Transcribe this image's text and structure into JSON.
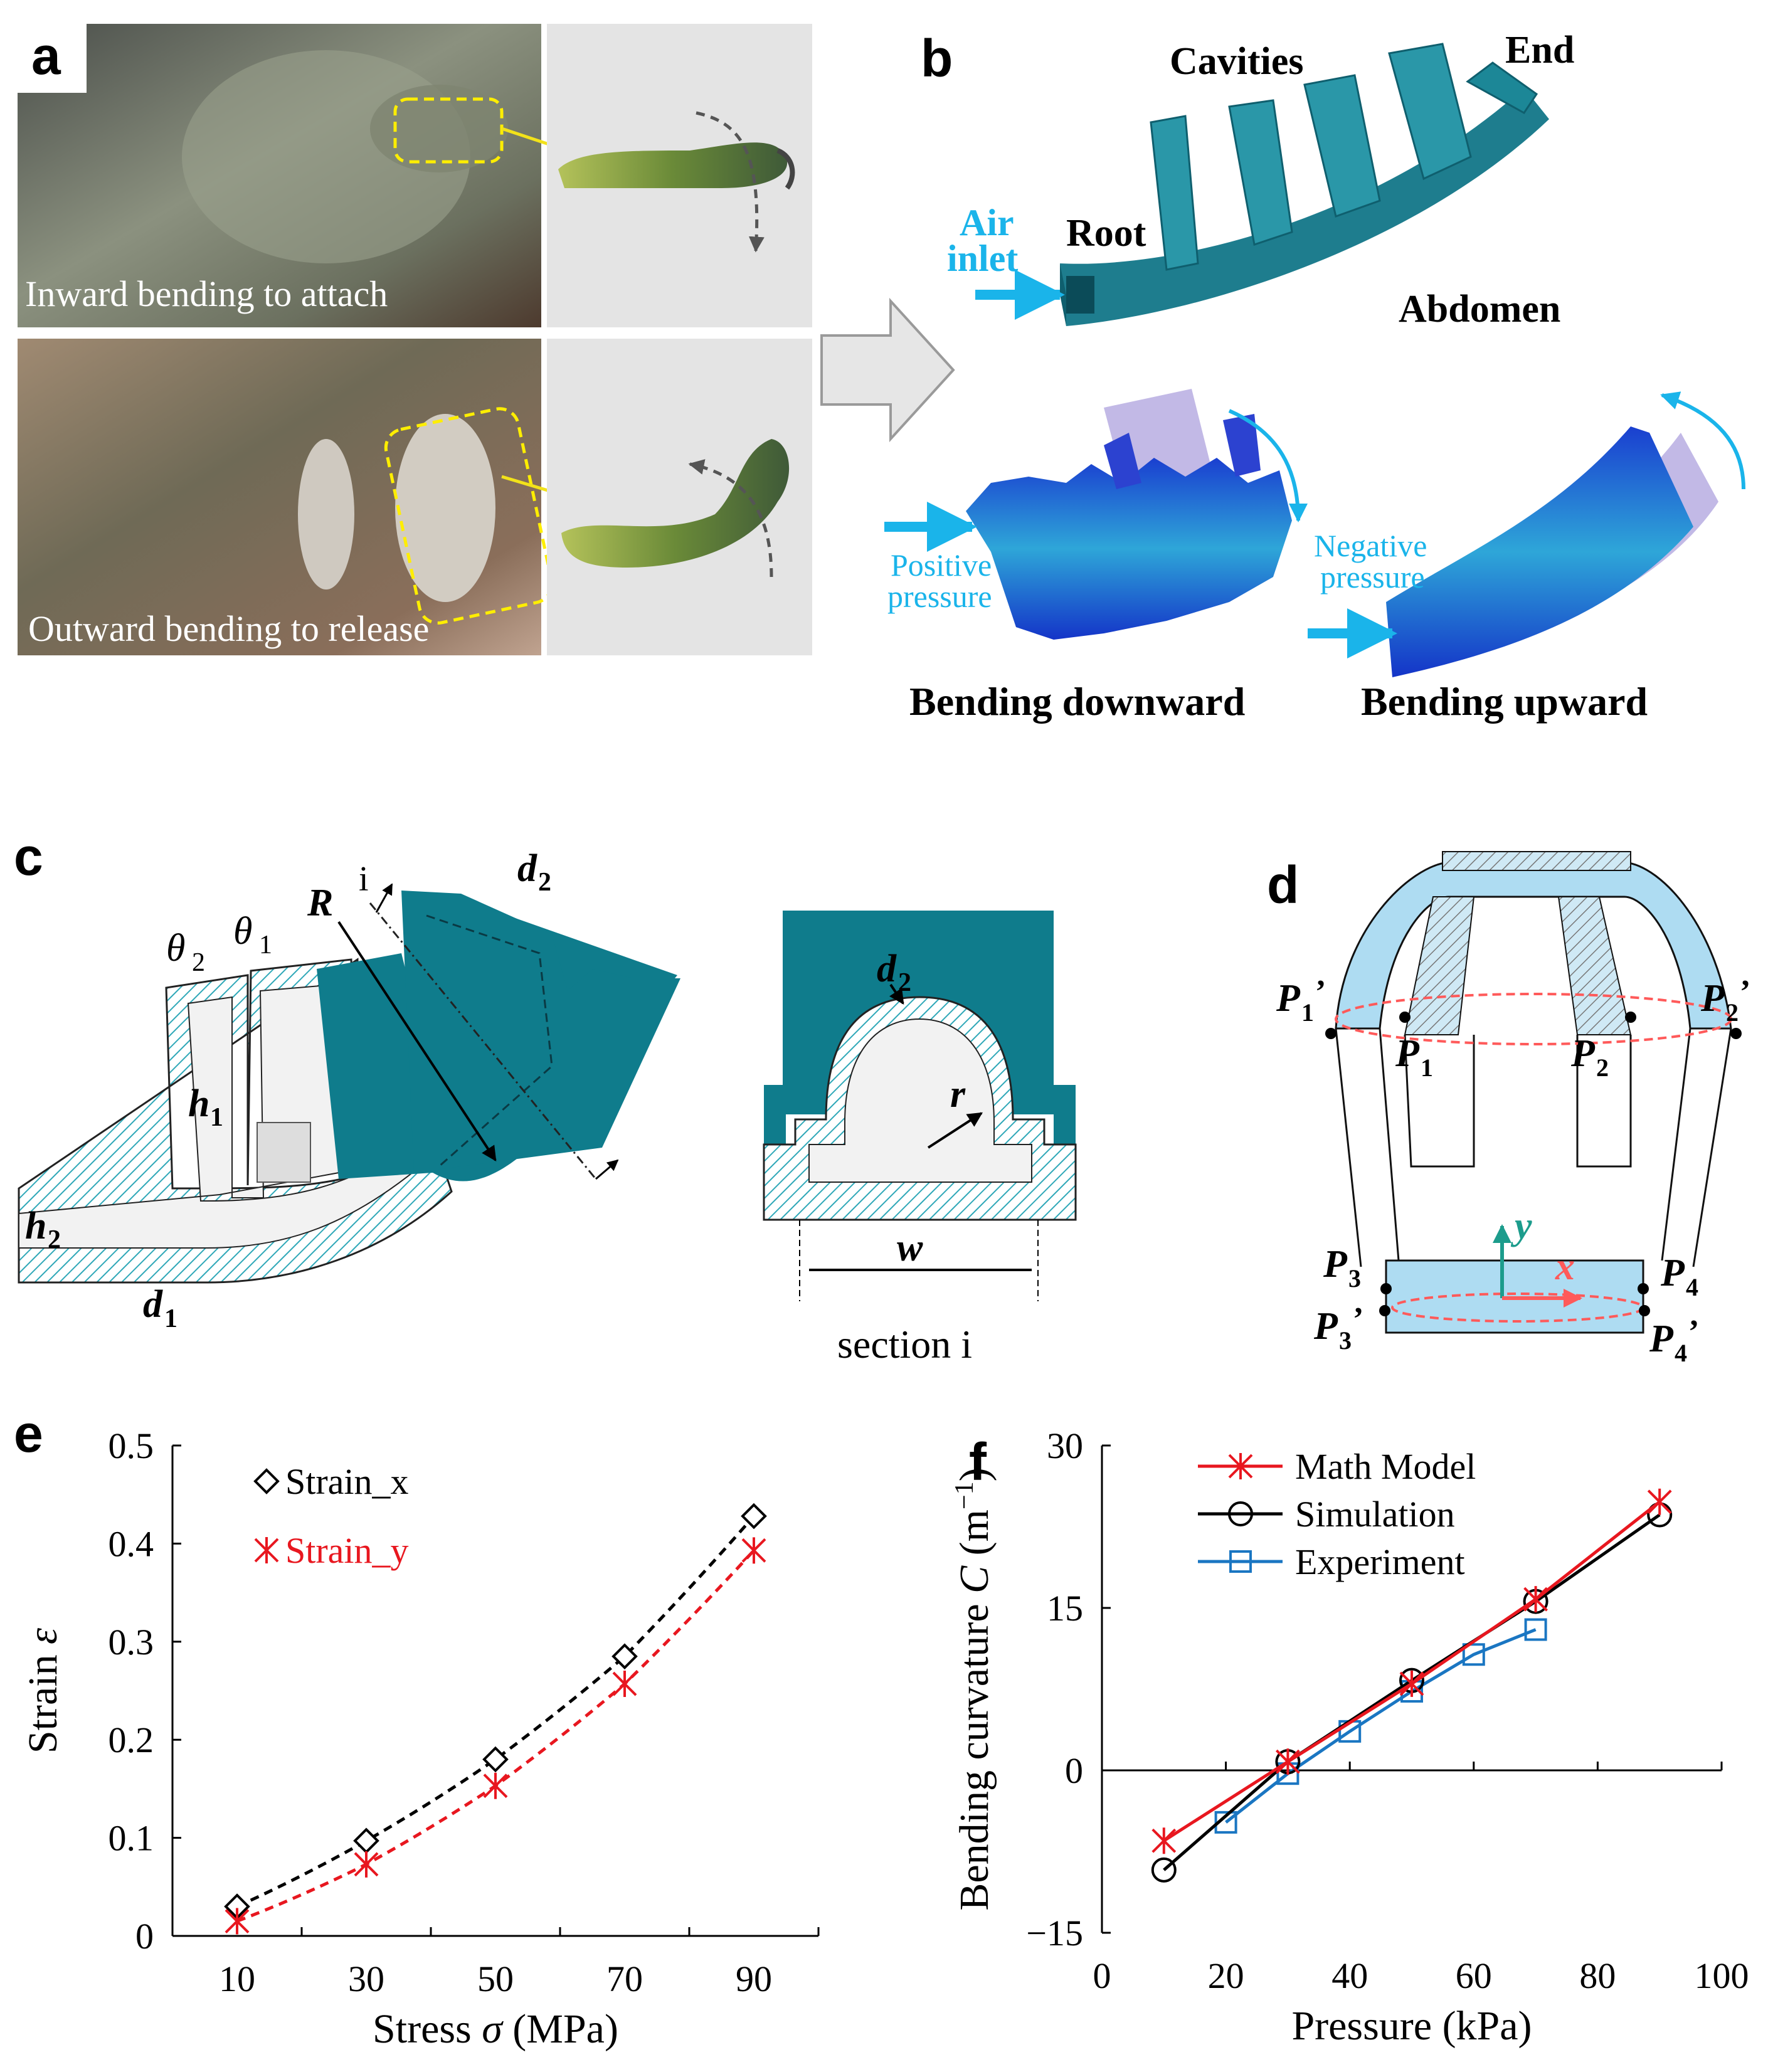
{
  "panels": {
    "a": {
      "letter": "a",
      "caption_top": "Inward bending to attach",
      "caption_bottom": "Outward bending to release"
    },
    "b": {
      "letter": "b",
      "labels": {
        "cavities": "Cavities",
        "end": "End",
        "air_inlet_1": "Air",
        "air_inlet_2": "inlet",
        "root": "Root",
        "abdomen": "Abdomen",
        "positive_1": "Positive",
        "positive_2": "pressure",
        "negative_1": "Negative",
        "negative_2": "pressure",
        "bending_down": "Bending downward",
        "bending_up": "Bending upward"
      }
    },
    "c": {
      "letter": "c",
      "symbols": {
        "theta2": "θ",
        "theta2_sub": "2",
        "theta1": "θ",
        "theta1_sub": "1",
        "R": "R",
        "i": "i",
        "d2": "d",
        "d2_sub": "2",
        "h1": "h",
        "h1_sub": "1",
        "h2": "h",
        "h2_sub": "2",
        "d1": "d",
        "d1_sub": "1",
        "r": "r",
        "w": "w",
        "section": "section i"
      }
    },
    "d": {
      "letter": "d",
      "points": {
        "p1p": "P",
        "p1p_sub": "1",
        "p2p": "P",
        "p2p_sub": "2",
        "p1": "P",
        "p1_sub": "1",
        "p2": "P",
        "p2_sub": "2",
        "p3": "P",
        "p3_sub": "3",
        "p4": "P",
        "p4_sub": "4",
        "p3p": "P",
        "p3p_sub": "3",
        "p4p": "P",
        "p4p_sub": "4",
        "prime": "’",
        "x": "x",
        "y": "y"
      }
    },
    "e": {
      "letter": "e"
    },
    "f": {
      "letter": "f"
    }
  },
  "chart_data": [
    {
      "id": "e",
      "type": "line",
      "xlabel_pre": "Stress ",
      "xlabel_sym": "σ",
      "xlabel_post": " (MPa)",
      "ylabel_pre": "Strain ",
      "ylabel_sym": "ε",
      "xlim": [
        0,
        100
      ],
      "ylim": [
        0,
        0.5
      ],
      "xticks": [
        10,
        30,
        50,
        70,
        90
      ],
      "yticks": [
        0,
        0.1,
        0.2,
        0.3,
        0.4,
        0.5
      ],
      "ytick_labels": [
        "0",
        "0.1",
        "0.2",
        "0.3",
        "0.4",
        "0.5"
      ],
      "legend_position": "top-left",
      "grid": false,
      "x": [
        10,
        30,
        50,
        70,
        90
      ],
      "series": [
        {
          "name": "Strain_x",
          "values": [
            0.03,
            0.097,
            0.18,
            0.285,
            0.428
          ],
          "color": "#000000",
          "marker": "diamond",
          "line": "dashed"
        },
        {
          "name": "Strain_y",
          "values": [
            0.015,
            0.073,
            0.153,
            0.257,
            0.393
          ],
          "color": "#e8171f",
          "marker": "asterisk",
          "line": "dashed"
        }
      ]
    },
    {
      "id": "f",
      "type": "line",
      "xlabel": "Pressure (kPa)",
      "ylabel_pre": "Bending curvature ",
      "ylabel_sym": "C",
      "ylabel_post": " (m",
      "ylabel_sup": "−1",
      "ylabel_end": ")",
      "xlim": [
        0,
        100
      ],
      "ylim": [
        -15,
        30
      ],
      "xticks": [
        0,
        20,
        40,
        60,
        80,
        100
      ],
      "yticks": [
        -15,
        0,
        15,
        30
      ],
      "ytick_labels": [
        "−15",
        "0",
        "15",
        "30"
      ],
      "legend_position": "top-left",
      "grid": false,
      "series": [
        {
          "name": "Math Model",
          "color": "#e8171f",
          "marker": "asterisk",
          "x": [
            10,
            30,
            50,
            70,
            90
          ],
          "values": [
            -6.5,
            0.8,
            8.0,
            15.8,
            24.8
          ]
        },
        {
          "name": "Simulation",
          "color": "#000000",
          "marker": "circle",
          "x": [
            10,
            30,
            50,
            70,
            90
          ],
          "values": [
            -9.2,
            0.8,
            8.3,
            15.6,
            23.6
          ]
        },
        {
          "name": "Experiment",
          "color": "#1a76c2",
          "marker": "square",
          "x": [
            20,
            30,
            40,
            50,
            60,
            70
          ],
          "values": [
            -4.8,
            -0.3,
            3.6,
            7.3,
            10.7,
            13.0
          ]
        }
      ]
    }
  ]
}
